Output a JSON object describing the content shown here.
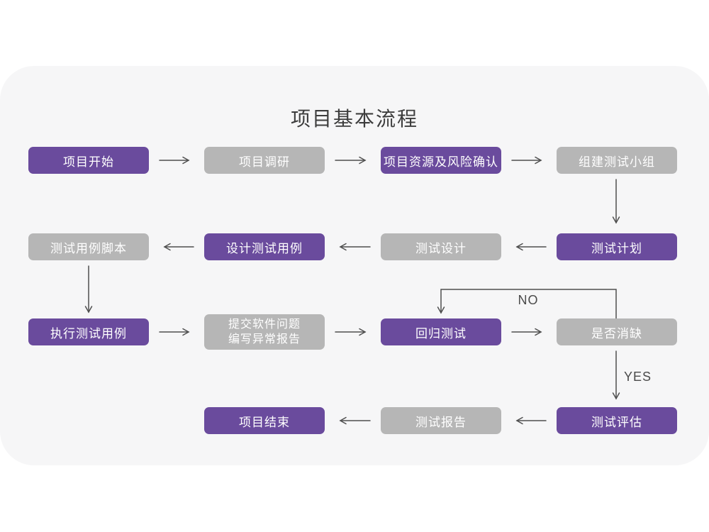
{
  "title": "项目基本流程",
  "colors": {
    "page_bg": "#ffffff",
    "card_bg": "#f6f6f7",
    "node_primary": "#6a4b9d",
    "node_secondary": "#b6b6b6",
    "node_text": "#ffffff",
    "arrow": "#4f4f4f",
    "title_text": "#3d3d3d",
    "branch_label_text": "#4a4a4a"
  },
  "branch_labels": {
    "no": "NO",
    "yes": "YES"
  },
  "nodes": [
    {
      "id": "project-start",
      "label": "项目开始",
      "variant": "primary"
    },
    {
      "id": "project-research",
      "label": "项目调研",
      "variant": "secondary"
    },
    {
      "id": "resource-risk-confirm",
      "label": "项目资源及风险确认",
      "variant": "primary"
    },
    {
      "id": "build-test-team",
      "label": "组建测试小组",
      "variant": "secondary"
    },
    {
      "id": "test-plan",
      "label": "测试计划",
      "variant": "primary"
    },
    {
      "id": "test-design",
      "label": "测试设计",
      "variant": "secondary"
    },
    {
      "id": "design-test-cases",
      "label": "设计测试用例",
      "variant": "primary"
    },
    {
      "id": "test-case-scripts",
      "label": "测试用例脚本",
      "variant": "secondary"
    },
    {
      "id": "execute-test-cases",
      "label": "执行测试用例",
      "variant": "primary"
    },
    {
      "id": "submit-issue-report",
      "lines": [
        "提交软件问题",
        "编写异常报告"
      ],
      "variant": "secondary"
    },
    {
      "id": "regression-test",
      "label": "回归测试",
      "variant": "primary"
    },
    {
      "id": "defect-cleared-check",
      "label": "是否消缺",
      "variant": "secondary"
    },
    {
      "id": "test-evaluation",
      "label": "测试评估",
      "variant": "primary"
    },
    {
      "id": "test-report",
      "label": "测试报告",
      "variant": "secondary"
    },
    {
      "id": "project-end",
      "label": "项目结束",
      "variant": "primary"
    }
  ],
  "edges": [
    {
      "from": "project-start",
      "to": "project-research"
    },
    {
      "from": "project-research",
      "to": "resource-risk-confirm"
    },
    {
      "from": "resource-risk-confirm",
      "to": "build-test-team"
    },
    {
      "from": "build-test-team",
      "to": "test-plan"
    },
    {
      "from": "test-plan",
      "to": "test-design"
    },
    {
      "from": "test-design",
      "to": "design-test-cases"
    },
    {
      "from": "design-test-cases",
      "to": "test-case-scripts"
    },
    {
      "from": "test-case-scripts",
      "to": "execute-test-cases"
    },
    {
      "from": "execute-test-cases",
      "to": "submit-issue-report"
    },
    {
      "from": "submit-issue-report",
      "to": "regression-test"
    },
    {
      "from": "regression-test",
      "to": "defect-cleared-check"
    },
    {
      "from": "defect-cleared-check",
      "to": "regression-test",
      "label": "NO"
    },
    {
      "from": "defect-cleared-check",
      "to": "test-evaluation",
      "label": "YES"
    },
    {
      "from": "test-evaluation",
      "to": "test-report"
    },
    {
      "from": "test-report",
      "to": "project-end"
    }
  ]
}
